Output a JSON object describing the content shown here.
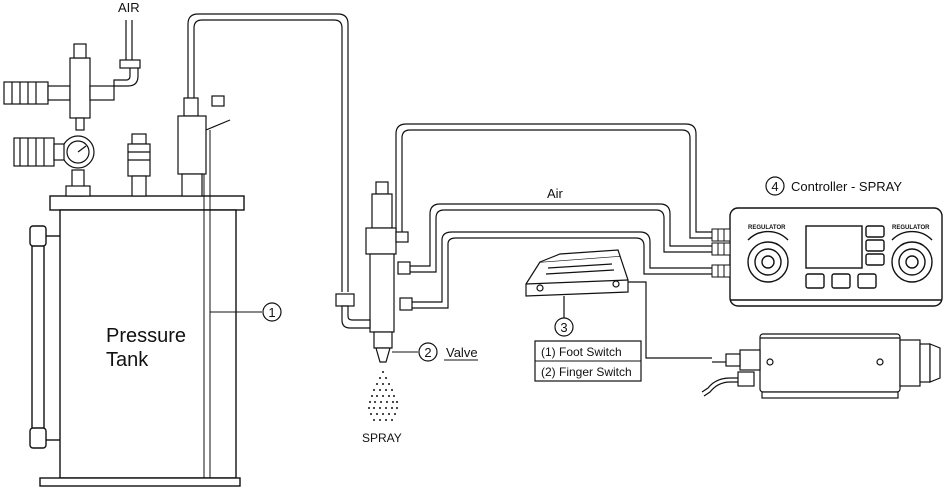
{
  "labels": {
    "air_top": "AIR",
    "air_line": "Air",
    "tank_line1": "Pressure",
    "tank_line2": "Tank",
    "spray": "SPRAY",
    "callout_1": "1",
    "callout_2": "2",
    "valve": "Valve",
    "callout_3": "3",
    "foot_switch": "(1) Foot Switch",
    "finger_switch": "(2) Finger Switch",
    "callout_4": "4",
    "controller": "Controller - SPRAY",
    "regulator_left": "REGULATOR",
    "regulator_right": "REGULATOR"
  }
}
